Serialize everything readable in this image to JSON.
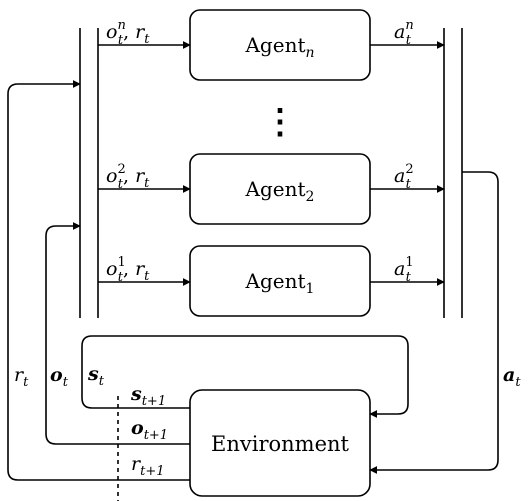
{
  "agents": [
    {
      "name": "Agent",
      "sub": "n"
    },
    {
      "name": "Agent",
      "sub": "2"
    },
    {
      "name": "Agent",
      "sub": "1"
    }
  ],
  "ellipsis": "⋮",
  "inputs": [
    {
      "o": "o",
      "sup": "n",
      "sub": "t",
      "sep": ", ",
      "r": "r",
      "rsub": "t"
    },
    {
      "o": "o",
      "sup": "2",
      "sub": "t",
      "sep": ", ",
      "r": "r",
      "rsub": "t"
    },
    {
      "o": "o",
      "sup": "1",
      "sub": "t",
      "sep": ", ",
      "r": "r",
      "rsub": "t"
    }
  ],
  "outputs": [
    {
      "a": "a",
      "sup": "n",
      "sub": "t"
    },
    {
      "a": "a",
      "sup": "2",
      "sub": "t"
    },
    {
      "a": "a",
      "sup": "1",
      "sub": "t"
    }
  ],
  "environment": "Environment",
  "side_labels": {
    "r": "r",
    "r_sub": "t",
    "o": "o",
    "o_sub": "t",
    "s": "s",
    "s_sub": "t",
    "a": "a",
    "a_sub": "t"
  },
  "next_labels": {
    "s": "s",
    "s_sub": "t+1",
    "o": "o",
    "o_sub": "t+1",
    "r": "r",
    "r_sub": "t+1"
  }
}
